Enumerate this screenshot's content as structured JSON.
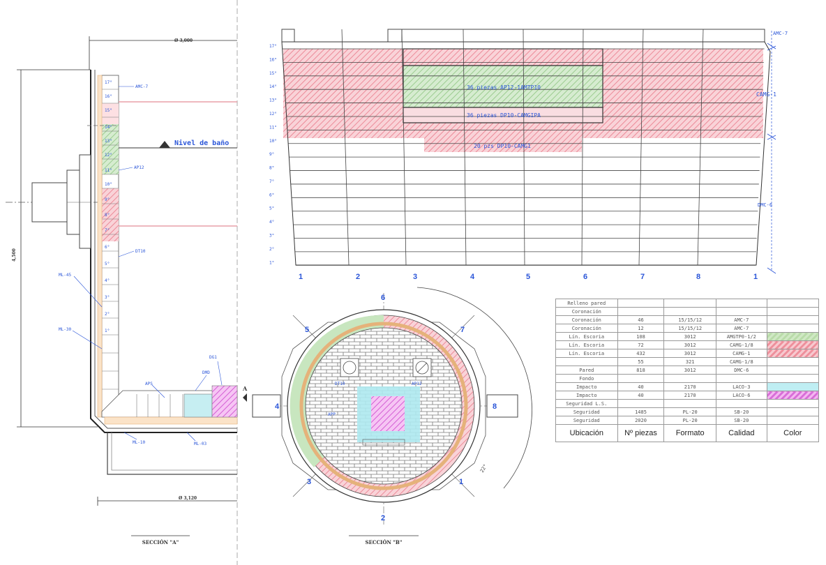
{
  "colors": {
    "blue_text": "#2a55d8",
    "green": "#c8e6bf",
    "red": "#f6c3ca",
    "magenta": "#e07be0",
    "cyan": "#aee9f0",
    "line": "#333333"
  },
  "section_a": {
    "title": "SECCIÓN \"A\"",
    "dim_top": "Ø 3,000",
    "dim_bottom": "Ø 3,120",
    "dim_height": "4,500",
    "nivel_label": "Nivel de baño",
    "callouts": [
      "AMC-7",
      "AP12",
      "DT10",
      "ML-45",
      "ML-30",
      "ML-10",
      "ML-03",
      "APS",
      "DMD",
      "DG1"
    ],
    "courses": [
      "17°",
      "16°",
      "15°",
      "14°",
      "13°",
      "12°",
      "11°",
      "10°",
      "9°",
      "8°",
      "7°",
      "6°",
      "5°",
      "4°",
      "3°",
      "2°",
      "1°"
    ]
  },
  "elevation": {
    "rows": [
      "17°",
      "16°",
      "15°",
      "14°",
      "13°",
      "12°",
      "11°",
      "10°",
      "9°",
      "8°",
      "7°",
      "6°",
      "5°",
      "4°",
      "3°",
      "2°",
      "1°"
    ],
    "columns": [
      "1",
      "2",
      "3",
      "4",
      "5",
      "6",
      "7",
      "8",
      "1"
    ],
    "label_green": "36 piezas AP12-1AMTP10",
    "label_red": "36 piezas DP10-CAMGIPA",
    "label_small": "20 pzs DP10-CAMG1",
    "zones": [
      "AMC-7",
      "CAMG-1",
      "DMC-6"
    ]
  },
  "section_b": {
    "title": "SECCIÓN \"B\"",
    "numbers": [
      "6",
      "5",
      "7",
      "4",
      "8",
      "3",
      "1",
      "2"
    ],
    "marker": "A",
    "dim_angle": "22°",
    "labels": [
      "APP",
      "DT10",
      "AP12"
    ]
  },
  "table": {
    "rows": [
      [
        "Relleno pared",
        "",
        "",
        "",
        ""
      ],
      [
        "Coronación",
        "",
        "",
        "",
        ""
      ],
      [
        "Coronación",
        "46",
        "15/15/12",
        "AMC-7",
        ""
      ],
      [
        "Coronación",
        "12",
        "15/15/12",
        "AMC-7",
        ""
      ],
      [
        "Lín. Escoria",
        "108",
        "3012",
        "AMGTP0-1/2",
        ""
      ],
      [
        "Lín. Escoria",
        "72",
        "3012",
        "CAMG-1/8",
        ""
      ],
      [
        "Lín. Escoria",
        "432",
        "3012",
        "CAMG-1",
        ""
      ],
      [
        "",
        "55",
        "321",
        "CAMG-1/8",
        ""
      ],
      [
        "Pared",
        "818",
        "3012",
        "DMC-6",
        ""
      ],
      [
        "Fondo",
        "",
        "",
        "",
        ""
      ],
      [
        "Impacto",
        "40",
        "2170",
        "LACO-3",
        ""
      ],
      [
        "Impacto",
        "40",
        "2170",
        "LACO-6",
        ""
      ],
      [
        "Seguridad L.S.",
        "",
        "",
        "",
        ""
      ],
      [
        "Seguridad",
        "1485",
        "PL-20",
        "SB-20",
        ""
      ],
      [
        "Seguridad",
        "2020",
        "PL-20",
        "SB-20",
        ""
      ]
    ],
    "swatches": [
      "",
      "",
      "",
      "",
      "green",
      "red",
      "red",
      "",
      "",
      "",
      "cyan",
      "mag",
      "",
      "",
      ""
    ],
    "headers": [
      "Ubicación",
      "Nº piezas",
      "Formato",
      "Calidad",
      "Color"
    ]
  }
}
